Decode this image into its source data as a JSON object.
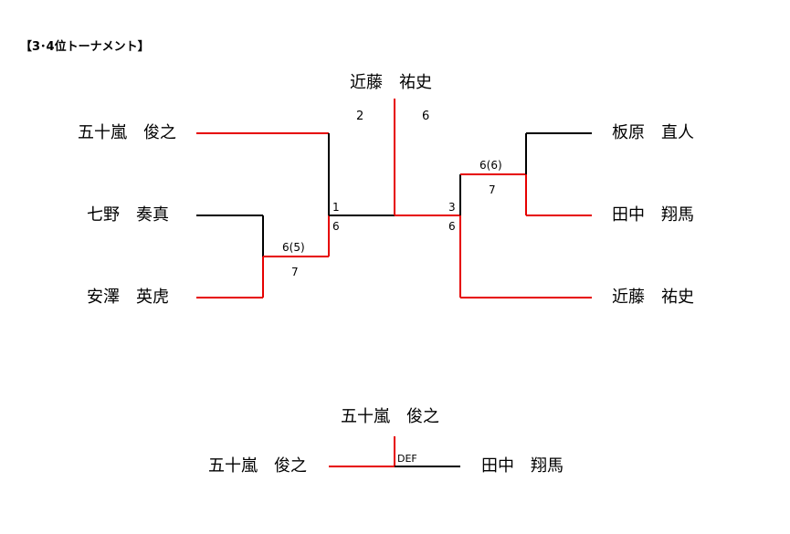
{
  "title": "【3･4位トーナメント】",
  "left_bracket": {
    "player_top": "五十嵐　俊之",
    "player_mid": "七野　奏真",
    "player_bot": "安澤　英虎",
    "semi_score_top": "6(5)",
    "semi_score_bot": "7",
    "final_score_top": "1",
    "final_score_bot": "6"
  },
  "right_bracket": {
    "player_top": "板原　直人",
    "player_mid": "田中　翔馬",
    "player_bot": "近藤　祐史",
    "semi_score_top": "6(6)",
    "semi_score_bot": "7",
    "final_score_top": "3",
    "final_score_bot": "6"
  },
  "winner": {
    "name": "近藤　祐史",
    "score_left": "2",
    "score_right": "6"
  },
  "third_place": {
    "winner": "五十嵐　俊之",
    "left": "五十嵐　俊之",
    "right": "田中　翔馬",
    "result": "DEF"
  },
  "colors": {
    "win_line": "#e60000",
    "line": "#000000"
  }
}
